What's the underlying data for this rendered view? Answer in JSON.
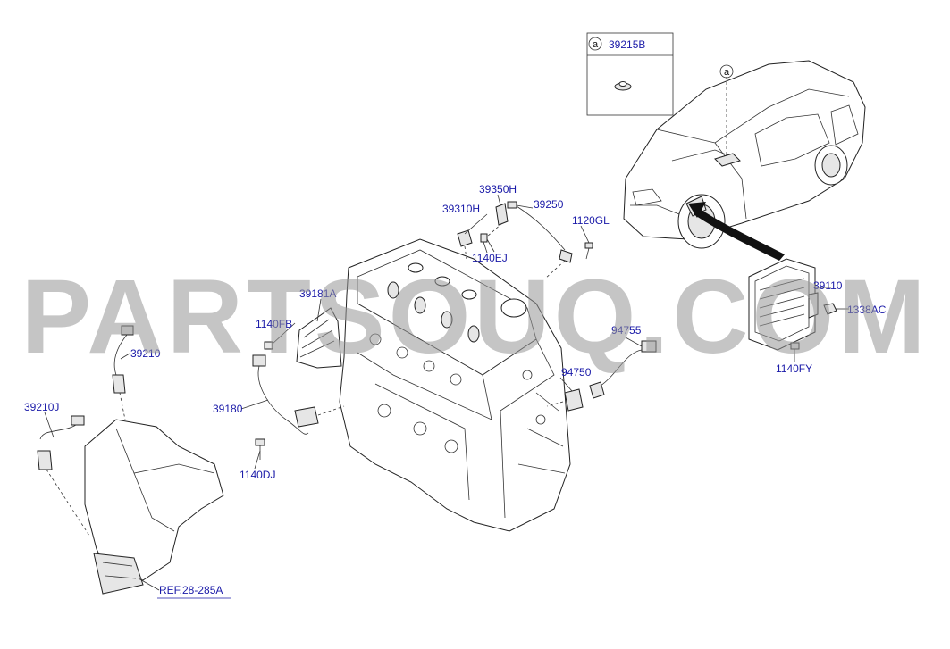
{
  "watermark": "PARTSOUQ.COM",
  "legend_box": {
    "marker": "a",
    "part": "39215B"
  },
  "vehicle_marker": "a",
  "labels": {
    "p39350H": "39350H",
    "p39250": "39250",
    "p39310H": "39310H",
    "p1120GL": "1120GL",
    "p1140EJ": "1140EJ",
    "p39181A": "39181A",
    "p1140FB": "1140FB",
    "p39210": "39210",
    "p39210J": "39210J",
    "p39180": "39180",
    "p1140DJ": "1140DJ",
    "p94755": "94755",
    "p94750": "94750",
    "p39110": "39110",
    "p1338AC": "1338AC",
    "p1140FY": "1140FY",
    "ref": "REF.28-285A"
  },
  "colors": {
    "label": "#1a1aa8",
    "line": "#333333",
    "watermark": "#969696"
  }
}
